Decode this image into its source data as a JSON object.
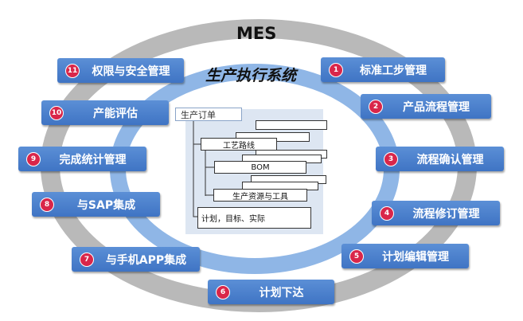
{
  "title": "MES",
  "subtitle": "生产执行系统",
  "modules": [
    {
      "num": "1",
      "label": "标准工步管理"
    },
    {
      "num": "2",
      "label": "产品流程管理"
    },
    {
      "num": "3",
      "label": "流程确认管理"
    },
    {
      "num": "4",
      "label": "流程修订管理"
    },
    {
      "num": "5",
      "label": "计划编辑管理"
    },
    {
      "num": "6",
      "label": "计划下达"
    },
    {
      "num": "7",
      "label": "与手机APP集成"
    },
    {
      "num": "8",
      "label": "与SAP集成"
    },
    {
      "num": "9",
      "label": "完成统计管理"
    },
    {
      "num": "10",
      "label": "产能评估"
    },
    {
      "num": "11",
      "label": "权限与安全管理"
    }
  ],
  "center": {
    "order_label": "生产订单",
    "route_label": "工艺路线",
    "bom_label": "BOM",
    "resources_label": "生产资源与工具",
    "plan_label": "计划，目标、实际"
  },
  "colors": {
    "outer_ring": "#b9b9b9",
    "inner_ring": "#8fb6e6",
    "module_fill": "#4a7fcf",
    "badge": "#d9264a"
  }
}
